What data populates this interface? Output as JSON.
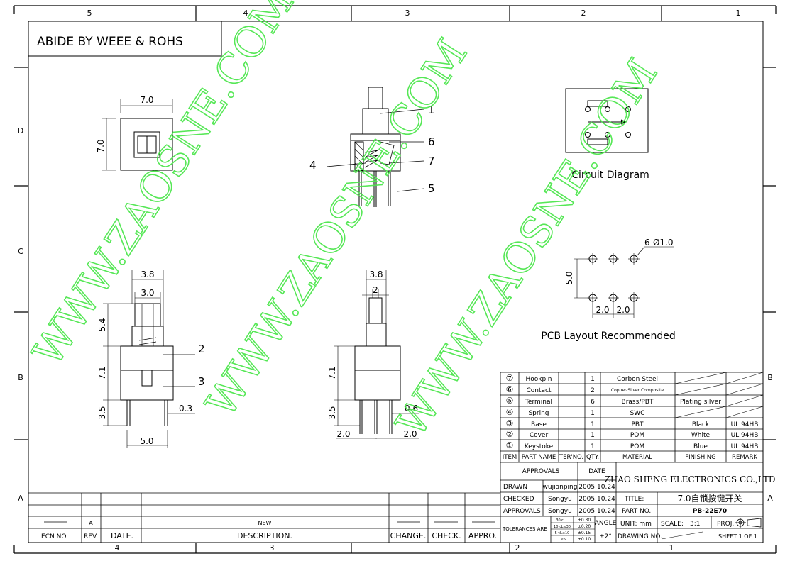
{
  "header_note": "ABIDE BY WEEE & ROHS",
  "border_columns_top": [
    "5",
    "4",
    "3",
    "2",
    "1"
  ],
  "border_columns_bottom": [
    "4",
    "3",
    "2",
    "1"
  ],
  "border_rows": [
    "D",
    "C",
    "B",
    "A"
  ],
  "watermark": "WWW.ZAOSNE.COM",
  "top_view": {
    "width": "7.0",
    "height": "7.0"
  },
  "side_callouts": [
    "1",
    "6",
    "7",
    "4",
    "5"
  ],
  "circuit_caption": "Circuit Diagram",
  "pcb": {
    "hole_label": "6-Ø1.0",
    "row_spacing": "5.0",
    "pitch1": "2.0",
    "pitch2": "2.0",
    "caption": "PCB Layout Recommended"
  },
  "front_view": {
    "d_top": "3.8",
    "d_inner": "3.0",
    "h_stem": "5.4",
    "h_body": "7.1",
    "h_pin": "3.5",
    "t_pin": "0.3",
    "w_base": "5.0",
    "callout_cover": "2",
    "callout_base": "3"
  },
  "side_view": {
    "d_top": "3.8",
    "d_inner": "2",
    "h_body": "7.1",
    "h_pin": "3.5",
    "t_pin": "0.6",
    "p_left": "2.0",
    "p_right": "2.0"
  },
  "bom": {
    "rows": [
      {
        "item": "⑦",
        "part": "Hookpin",
        "qty": "1",
        "material": "Corbon Steel",
        "finishing": "",
        "remark": ""
      },
      {
        "item": "⑥",
        "part": "Contact",
        "qty": "2",
        "material": "Copper-Silver Composite",
        "finishing": "",
        "remark": ""
      },
      {
        "item": "⑤",
        "part": "Terminal",
        "qty": "6",
        "material": "Brass/PBT",
        "finishing": "Plating silver",
        "remark": ""
      },
      {
        "item": "④",
        "part": "Spring",
        "qty": "1",
        "material": "SWC",
        "finishing": "",
        "remark": ""
      },
      {
        "item": "③",
        "part": "Base",
        "qty": "1",
        "material": "PBT",
        "finishing": "Black",
        "remark": "UL 94HB"
      },
      {
        "item": "②",
        "part": "Cover",
        "qty": "1",
        "material": "POM",
        "finishing": "White",
        "remark": "UL 94HB"
      },
      {
        "item": "①",
        "part": "Keystoke",
        "qty": "1",
        "material": "POM",
        "finishing": "Blue",
        "remark": "UL 94HB"
      }
    ],
    "headers": {
      "item": "ITEM",
      "part": "PART NAME",
      "ter": "TER'NO.",
      "qty": "QTY.",
      "material": "MATERIAL",
      "finishing": "FINISHING",
      "remark": "REMARK"
    }
  },
  "title_block": {
    "approvals_h": "APPROVALS",
    "date_h": "DATE",
    "company": "ZHAO SHENG ELECTRONICS CO.,LTD",
    "drawn_l": "DRAWN",
    "drawn_n": "wujianping",
    "drawn_d": "2005.10.24",
    "checked_l": "CHECKED",
    "checked_n": "Songyu",
    "checked_d": "2005.10.24",
    "appr_l": "APPROVALS",
    "appr_n": "Songyu",
    "appr_d": "2005.10.24",
    "title_l": "TITLE:",
    "title_v": "7.0自锁按键开关",
    "partno_l": "PART NO.",
    "partno_v": "PB-22E70",
    "tol_l": "TOLERANCES ARE",
    "tol_rows": [
      [
        "30<L",
        "±0.30"
      ],
      [
        "10<L≤30",
        "±0.20"
      ],
      [
        "5<L≤10",
        "±0.15"
      ],
      [
        "L≤5",
        "±0.10"
      ]
    ],
    "angle_l": "ANGLE",
    "angle_v": "±2°",
    "unit": "UNIT: mm",
    "scale_l": "SCALE:",
    "scale_v": "3:1",
    "proj": "PROJ.",
    "drawing_no": "DRAWING NO.",
    "sheet": "SHEET  1 OF 1"
  },
  "revision": {
    "rev": "A",
    "desc": "NEW",
    "h_ecn": "ECN NO.",
    "h_rev": "REV.",
    "h_date": "DATE.",
    "h_desc": "DESCRIPTION.",
    "h_change": "CHANGE.",
    "h_check": "CHECK.",
    "h_appro": "APPRO."
  }
}
